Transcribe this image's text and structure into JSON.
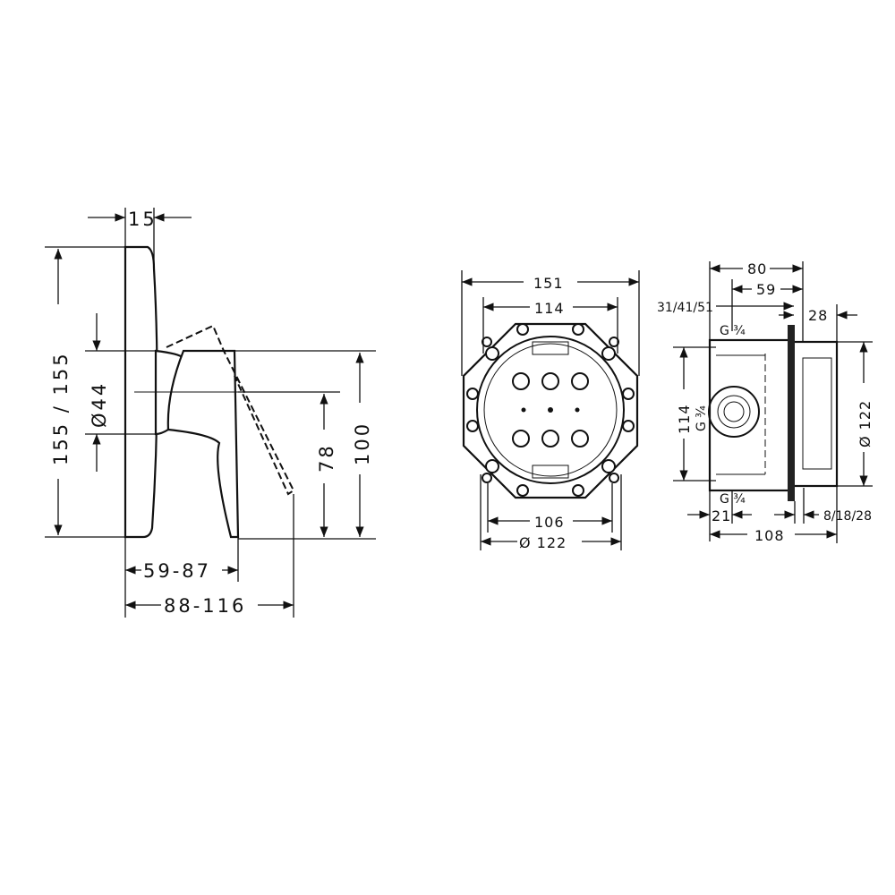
{
  "side_view": {
    "plate_depth": "15",
    "height": "155 / 155",
    "diameter": "Ø44",
    "lever_height": "78",
    "handle_height": "100",
    "projection_short": "59-87",
    "projection_long": "88-116"
  },
  "front_view": {
    "outer_width": "151",
    "inner_width": "114",
    "bottom_width": "106",
    "diameter": "Ø 122"
  },
  "section_view": {
    "depth_total": "80",
    "depth_inner": "59",
    "installation_depth": "31/41/51",
    "cover_depth": "28",
    "thread_top": "G ¾",
    "thread_side": "G ¾",
    "thread_bottom": "G ¾",
    "height": "114",
    "diameter": "Ø 122",
    "offset": "21",
    "extension": "8/18/28",
    "total_depth": "108"
  }
}
